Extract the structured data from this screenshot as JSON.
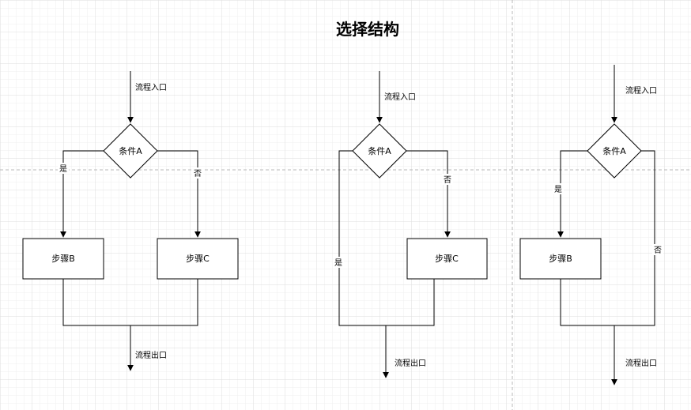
{
  "title": "选择结构",
  "diagrams": {
    "d1": {
      "entry": "流程入口",
      "condition": "条件A",
      "yes": "是",
      "no": "否",
      "step_b": "步骤B",
      "step_c": "步骤C",
      "exit": "流程出口"
    },
    "d2": {
      "entry": "流程入口",
      "condition": "条件A",
      "yes": "是",
      "no": "否",
      "step_c": "步骤C",
      "exit": "流程出口"
    },
    "d3": {
      "entry": "流程入口",
      "condition": "条件A",
      "yes": "是",
      "no": "否",
      "step_b": "步骤B",
      "exit": "流程出口"
    }
  }
}
